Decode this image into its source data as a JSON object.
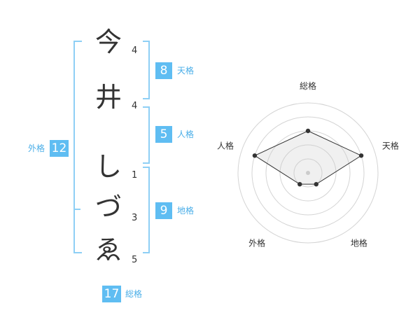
{
  "name": {
    "chars": [
      {
        "char": "今",
        "strokes": "4"
      },
      {
        "char": "井",
        "strokes": "4"
      },
      {
        "char": "し",
        "strokes": "1"
      },
      {
        "char": "づ",
        "strokes": "3"
      },
      {
        "char": "ゑ",
        "strokes": "5"
      }
    ]
  },
  "kakusu": {
    "tenkaku": {
      "label": "天格",
      "value": "8"
    },
    "jinkaku": {
      "label": "人格",
      "value": "5"
    },
    "chikaku": {
      "label": "地格",
      "value": "9"
    },
    "gaikaku": {
      "label": "外格",
      "value": "12"
    },
    "soukaku": {
      "label": "総格",
      "value": "17"
    }
  },
  "colors": {
    "accent": "#5fbdf2",
    "bracket": "#8ecff5",
    "text": "#333333"
  },
  "chart_data": {
    "type": "radar",
    "axes": [
      "総格",
      "天格",
      "地格",
      "外格",
      "人格"
    ],
    "values": [
      3,
      4,
      1,
      1,
      4
    ],
    "rmax": 5,
    "rings": 5,
    "grid": true
  }
}
